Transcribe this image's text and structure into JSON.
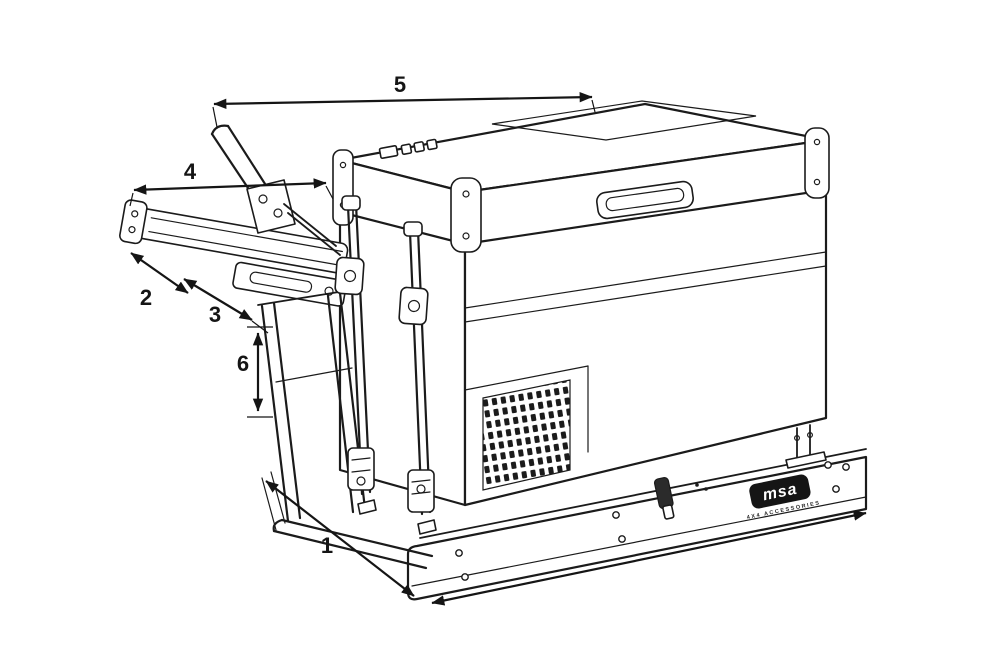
{
  "diagram": {
    "dimension_labels": {
      "d1": "1",
      "d2": "2",
      "d3": "3",
      "d4": "4",
      "d5": "5",
      "d6": "6"
    },
    "logo": {
      "text": "msa",
      "subtext": "4X4 ACCESSORIES"
    },
    "colors": {
      "line": "#1b1b1b",
      "background": "#ffffff",
      "logo_background": "#151515",
      "logo_text": "#ffffff"
    }
  }
}
